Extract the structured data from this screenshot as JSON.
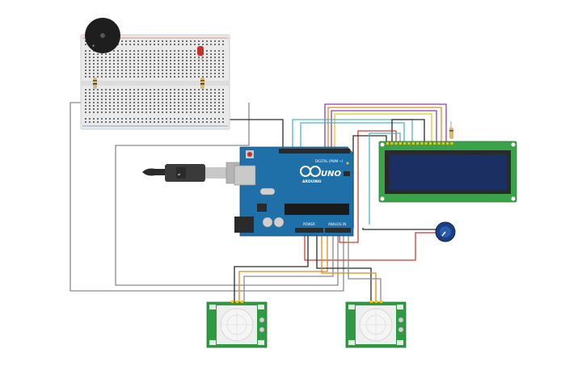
{
  "arduino": {
    "model_label": "UNO",
    "brand_label": "ARDUINO",
    "digital_label": "DIGITAL (PWM ~)",
    "power_label": "POWER",
    "analog_label": "ANALOG IN"
  },
  "colors": {
    "arduino_board": "#1f6fa8",
    "breadboard": "#e9e9e9",
    "lcd_board": "#3aa34a",
    "lcd_screen": "#1c2f63",
    "pir_board": "#2f9a43",
    "wire_gray": "#8a8a8a",
    "wire_red": "#d23b2e",
    "wire_orange": "#e08a1e",
    "wire_yellow": "#e6c619",
    "wire_purple": "#8d3fa8",
    "wire_teal": "#4fb3c9",
    "wire_black": "#2a2a2a",
    "potentiometer": "#1b3f82",
    "led": "#c4312b"
  },
  "components": [
    {
      "name": "piezo-buzzer",
      "icon": "buzzer-icon"
    },
    {
      "name": "breadboard",
      "icon": "breadboard-icon"
    },
    {
      "name": "red-led",
      "icon": "led-icon"
    },
    {
      "name": "arduino-uno",
      "icon": "microcontroller-icon"
    },
    {
      "name": "usb-cable",
      "icon": "usb-plug-icon"
    },
    {
      "name": "lcd-16x2",
      "icon": "lcd-icon"
    },
    {
      "name": "potentiometer",
      "icon": "knob-icon"
    },
    {
      "name": "pir-sensor-left",
      "icon": "pir-sensor-icon"
    },
    {
      "name": "pir-sensor-right",
      "icon": "pir-sensor-icon"
    }
  ]
}
